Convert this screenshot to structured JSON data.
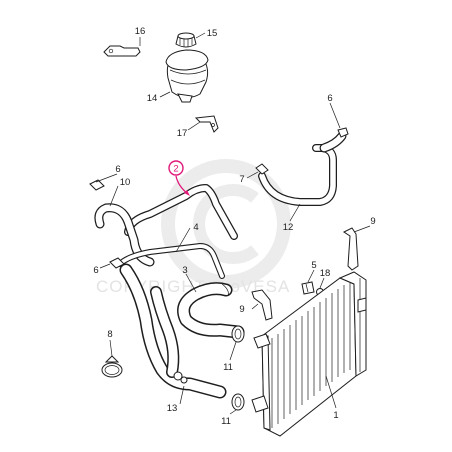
{
  "diagram": {
    "highlight_color": "#e0197a",
    "line_color": "#1e1e1e",
    "watermark_text": "COPYRIGHT ProVESA",
    "highlighted_callout": "2",
    "callouts": {
      "c1": "1",
      "c2": "2",
      "c3": "3",
      "c4": "4",
      "c5": "5",
      "c6a": "6",
      "c6b": "6",
      "c6c": "6",
      "c7": "7",
      "c8": "8",
      "c9a": "9",
      "c9b": "9",
      "c10": "10",
      "c11a": "11",
      "c11b": "11",
      "c12": "12",
      "c13": "13",
      "c14": "14",
      "c15": "15",
      "c16": "16",
      "c17": "17",
      "c18": "18"
    }
  }
}
